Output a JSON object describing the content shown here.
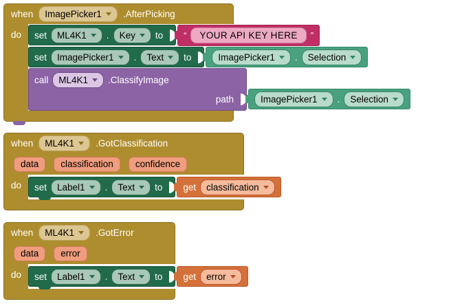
{
  "colors": {
    "event_gold": "#AE8D2E",
    "setter_green": "#216B4A",
    "getter_green": "#4AA17F",
    "call_purple": "#8C63A5",
    "text_magenta": "#BF2E64",
    "variable_orange": "#D4713A",
    "param_chip": "#EF9D7E"
  },
  "group1": {
    "when": "when",
    "component": "ImagePicker1",
    "event": ".AfterPicking",
    "do_label": "do",
    "row_key": {
      "set": "set",
      "component": "ML4K1",
      "dot": ".",
      "property": "Key",
      "to": "to",
      "value": {
        "open_quote": "“",
        "text": "YOUR API KEY HERE",
        "close_quote": "”"
      }
    },
    "row_text": {
      "set": "set",
      "component": "ImagePicker1",
      "dot": ".",
      "property": "Text",
      "to": "to",
      "value": {
        "component": "ImagePicker1",
        "dot": ".",
        "property": "Selection"
      }
    },
    "row_call": {
      "call": "call",
      "component": "ML4K1",
      "method": ".ClassifyImage",
      "param": "path",
      "value": {
        "component": "ImagePicker1",
        "dot": ".",
        "property": "Selection"
      }
    }
  },
  "group2": {
    "when": "when",
    "component": "ML4K1",
    "event": ".GotClassification",
    "do_label": "do",
    "params": [
      "data",
      "classification",
      "confidence"
    ],
    "row_set": {
      "set": "set",
      "component": "Label1",
      "dot": ".",
      "property": "Text",
      "to": "to",
      "value": {
        "get": "get",
        "variable": "classification"
      }
    }
  },
  "group3": {
    "when": "when",
    "component": "ML4K1",
    "event": ".GotError",
    "do_label": "do",
    "params": [
      "data",
      "error"
    ],
    "row_set": {
      "set": "set",
      "component": "Label1",
      "dot": ".",
      "property": "Text",
      "to": "to",
      "value": {
        "get": "get",
        "variable": "error"
      }
    }
  }
}
